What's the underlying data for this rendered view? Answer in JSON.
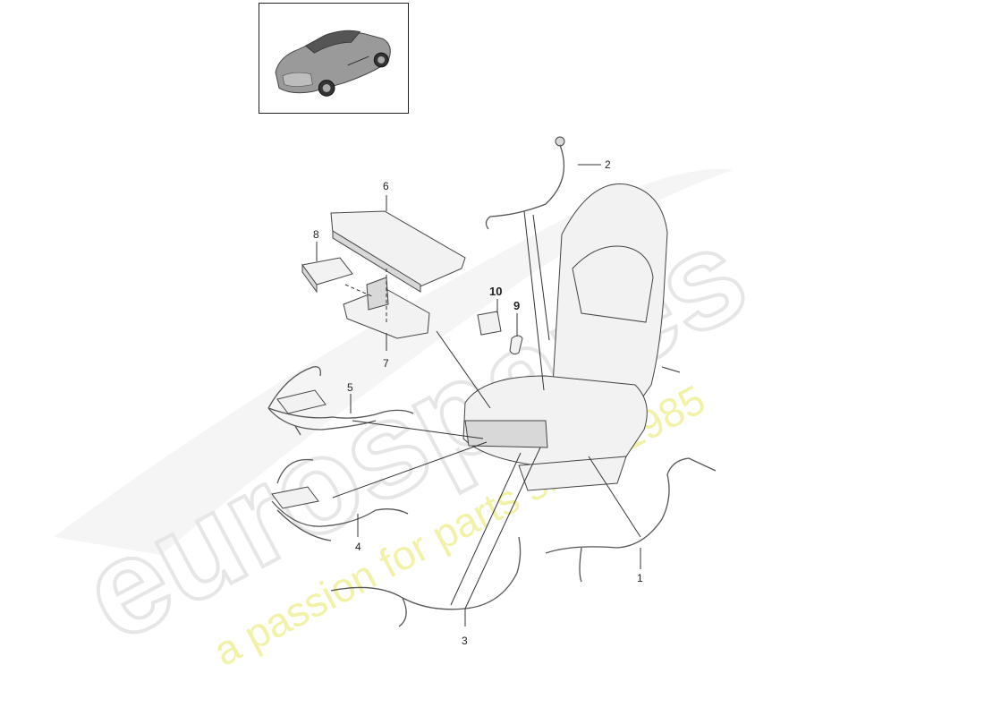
{
  "watermark": {
    "brand": "eurospares",
    "tagline": "a passion for parts since 1985"
  },
  "thumbnail": {
    "icon": "car-thumbnail-icon"
  },
  "callouts": [
    {
      "id": "1",
      "label": "1"
    },
    {
      "id": "2",
      "label": "2"
    },
    {
      "id": "3",
      "label": "3"
    },
    {
      "id": "4",
      "label": "4"
    },
    {
      "id": "5",
      "label": "5"
    },
    {
      "id": "6",
      "label": "6"
    },
    {
      "id": "7",
      "label": "7"
    },
    {
      "id": "8",
      "label": "8"
    },
    {
      "id": "9",
      "label": "9"
    },
    {
      "id": "10",
      "label": "10"
    }
  ],
  "colors": {
    "line": "#333333",
    "watermark": "#e6e6e6",
    "tagline": "#f1f1a8"
  }
}
